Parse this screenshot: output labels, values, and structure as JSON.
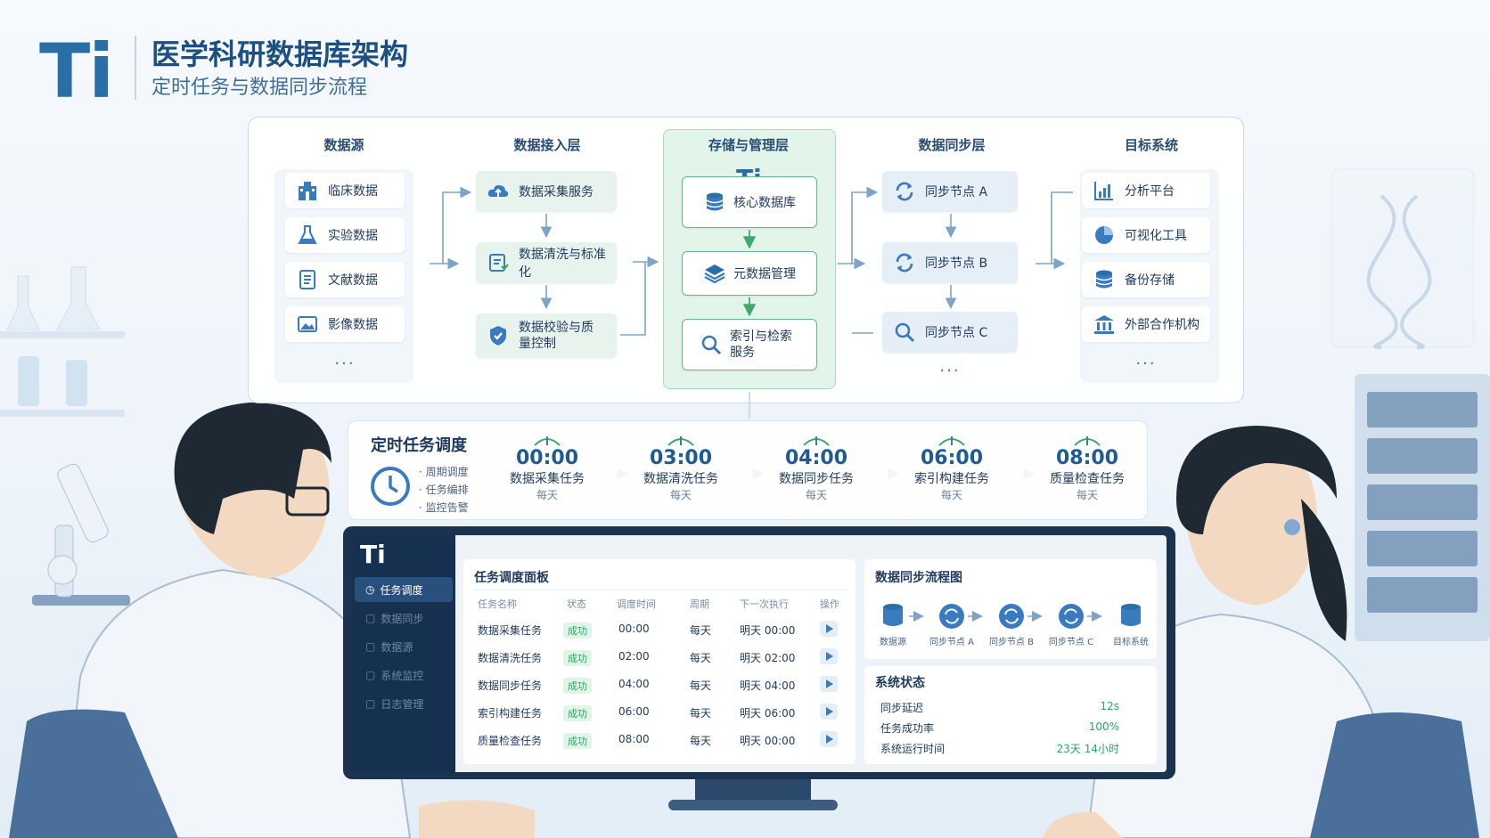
{
  "header": {
    "logo": "Ti",
    "title": "医学科研数据库架构",
    "subtitle": "定时任务与数据同步流程"
  },
  "architecture": {
    "columns": {
      "sources": "数据源",
      "ingest": "数据接入层",
      "storage": "存储与管理层",
      "sync": "数据同步层",
      "targets": "目标系统"
    },
    "sources": [
      {
        "label": "临床数据",
        "icon": "hospital-icon"
      },
      {
        "label": "实验数据",
        "icon": "flask-icon"
      },
      {
        "label": "文献数据",
        "icon": "document-icon"
      },
      {
        "label": "影像数据",
        "icon": "image-icon"
      }
    ],
    "sources_more": "···",
    "ingest": [
      {
        "label": "数据采集服务",
        "icon": "cloud-upload-icon"
      },
      {
        "label": "数据清洗与标准化",
        "icon": "clean-doc-icon"
      },
      {
        "label": "数据校验与质量控制",
        "icon": "shield-check-icon"
      }
    ],
    "storage": {
      "logo": "Ti",
      "items": [
        {
          "label": "核心数据库",
          "icon": "database-icon"
        },
        {
          "label": "元数据管理",
          "icon": "layers-icon"
        },
        {
          "label": "索引与检索服务",
          "icon": "search-icon"
        }
      ]
    },
    "sync": [
      {
        "label": "同步节点 A",
        "icon": "refresh-icon"
      },
      {
        "label": "同步节点 B",
        "icon": "refresh-icon"
      },
      {
        "label": "同步节点 C",
        "icon": "search-icon"
      }
    ],
    "sync_more": "···",
    "targets": [
      {
        "label": "分析平台",
        "icon": "chart-icon"
      },
      {
        "label": "可视化工具",
        "icon": "pie-icon"
      },
      {
        "label": "备份存储",
        "icon": "database-icon"
      },
      {
        "label": "外部合作机构",
        "icon": "bank-icon"
      }
    ],
    "targets_more": "···"
  },
  "schedule": {
    "title": "定时任务调度",
    "features": [
      "· 周期调度",
      "· 任务编排",
      "· 监控告警"
    ],
    "tasks": [
      {
        "time": "00:00",
        "name": "数据采集任务",
        "freq": "每天"
      },
      {
        "time": "03:00",
        "name": "数据清洗任务",
        "freq": "每天"
      },
      {
        "time": "04:00",
        "name": "数据同步任务",
        "freq": "每天"
      },
      {
        "time": "06:00",
        "name": "索引构建任务",
        "freq": "每天"
      },
      {
        "time": "08:00",
        "name": "质量检查任务",
        "freq": "每天"
      }
    ]
  },
  "dashboard": {
    "logo": "Ti",
    "sidebar": [
      {
        "label": "任务调度",
        "active": true
      },
      {
        "label": "数据同步",
        "active": false
      },
      {
        "label": "数据源",
        "active": false
      },
      {
        "label": "系统监控",
        "active": false
      },
      {
        "label": "日志管理",
        "active": false
      }
    ],
    "task_panel": {
      "title": "任务调度面板",
      "headers": [
        "任务名称",
        "状态",
        "调度时间",
        "周期",
        "下一次执行",
        "操作"
      ],
      "rows": [
        [
          "数据采集任务",
          "成功",
          "00:00",
          "每天",
          "明天 00:00"
        ],
        [
          "数据清洗任务",
          "成功",
          "02:00",
          "每天",
          "明天 02:00"
        ],
        [
          "数据同步任务",
          "成功",
          "04:00",
          "每天",
          "明天 04:00"
        ],
        [
          "索引构建任务",
          "成功",
          "06:00",
          "每天",
          "明天 06:00"
        ],
        [
          "质量检查任务",
          "成功",
          "08:00",
          "每天",
          "明天 00:00"
        ]
      ]
    },
    "flow_panel": {
      "title": "数据同步流程图",
      "nodes": [
        "数据源",
        "同步节点 A",
        "同步节点 B",
        "同步节点 C",
        "目标系统"
      ]
    },
    "status_panel": {
      "title": "系统状态",
      "items": [
        {
          "label": "同步延迟",
          "value": "12s"
        },
        {
          "label": "任务成功率",
          "value": "100%"
        },
        {
          "label": "系统运行时间",
          "value": "23天 14小时"
        }
      ]
    }
  },
  "colors": {
    "primary": "#2a6ea8",
    "success": "#2aa760",
    "storage": "#63b98a",
    "dark": "#163050"
  }
}
